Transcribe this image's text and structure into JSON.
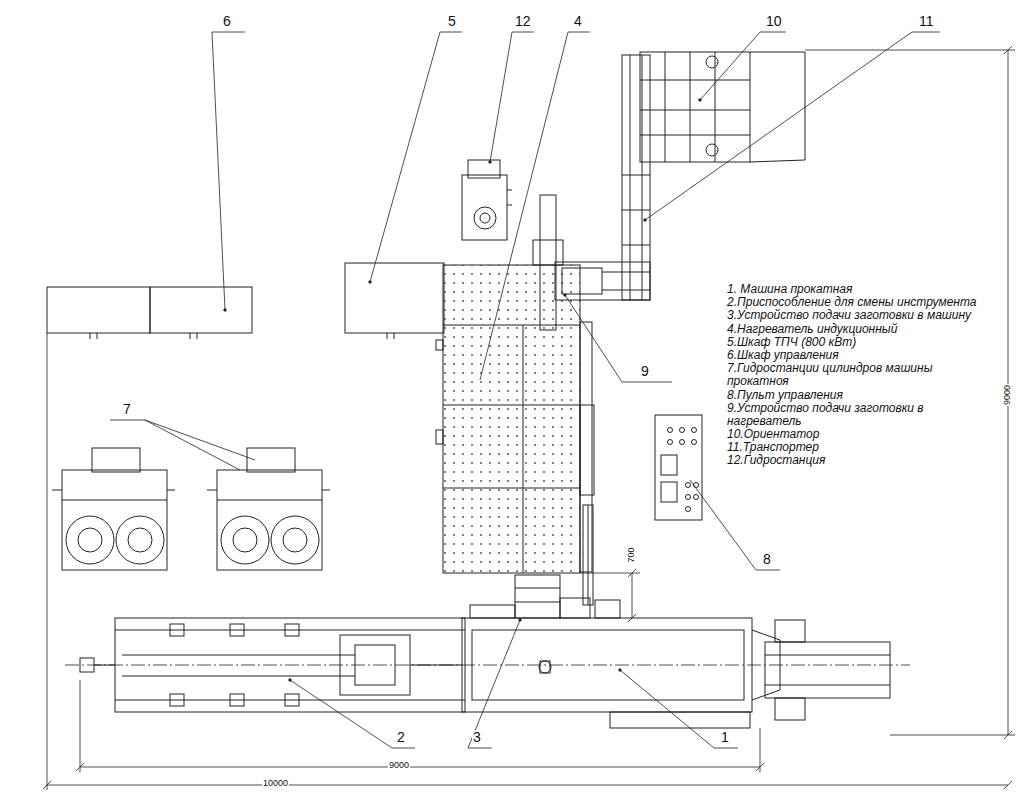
{
  "diagram": {
    "labels": [
      "6",
      "5",
      "12",
      "4",
      "10",
      "11",
      "9",
      "7",
      "8",
      "2",
      "3",
      "1",
      "9000",
      "9000",
      "10000",
      "700",
      "1. Машина прокатная",
      "2.Приспособление для смены инструмента",
      "3.Устройство подачи заготовки в машину",
      "4.Нагреватель индукционный",
      "5.Шкаф ТПЧ (800 кВт)",
      "6.Шкаф управления",
      "7.Гидростанции цилиндров машины прокатноя",
      "8.Пульт управления",
      "9.Устройство подачи заготовки в нагреватель",
      "10.Ориентатор",
      "11.Транспортер",
      "12.Гидростанция"
    ]
  }
}
